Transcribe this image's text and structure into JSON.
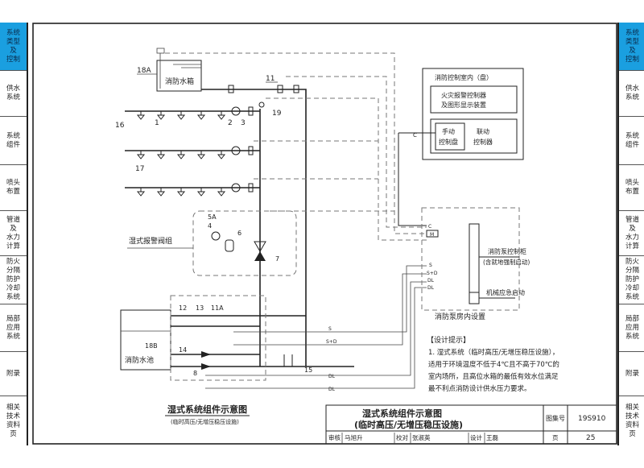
{
  "sidebar": {
    "accent_color": "#1a9fe0",
    "items": [
      {
        "label": "系统\n类型\n及\n控制",
        "active": true
      },
      {
        "label": "供水\n系统"
      },
      {
        "label": "系统\n组件"
      },
      {
        "label": "喷头\n布置"
      },
      {
        "label": "管道\n及\n水力\n计算"
      },
      {
        "label": "防火\n分隔\n防护\n冷却\n系统"
      },
      {
        "label": "局部\n应用\n系统"
      },
      {
        "label": "附录"
      },
      {
        "label": "相关\n技术\n资料\n页"
      }
    ]
  },
  "diagram": {
    "tank": "消防水箱",
    "pool": "消防水池",
    "alarm_valve_group": "湿式报警阀组",
    "labels": {
      "n1": "1",
      "n2": "2",
      "n3": "3",
      "n4": "4",
      "n5a": "5A",
      "n6": "6",
      "n7": "7",
      "n8": "8",
      "n11": "11",
      "n11a": "11A",
      "n12": "12",
      "n13": "13",
      "n14": "14",
      "n15": "15",
      "n16": "16",
      "n17": "17",
      "n18a": "18A",
      "n18b": "18B",
      "n19": "19"
    },
    "control_room": {
      "title": "消防控制室内（盘）",
      "alarm_line1": "火灾报警控制器",
      "alarm_line2": "及图形显示装置",
      "manual_line1": "手动",
      "manual_line2": "控制盘",
      "linkage_line1": "联动",
      "linkage_line2": "控制器"
    },
    "pump_room": {
      "cabinet": "消防泵控制柜",
      "cabinet_note": "(含就地强制启动)",
      "mechanical": "机械应急启动",
      "caption": "消防泵房内设置",
      "m_label": "M"
    },
    "signals": {
      "c": "C",
      "s": "S",
      "sd": "S+D",
      "dl": "DL"
    },
    "caption_title": "湿式系统组件示意图",
    "caption_subtitle": "(临时高压/无增压稳压设施)"
  },
  "notes": {
    "heading": "【设计提示】",
    "lines": [
      "1. 湿式系统（临时高压/无增压稳压设施），",
      "适用于环境温度不低于4℃且不高于70℃的",
      "室内场所，且高位水箱的最低有效水位满足",
      "最不利点消防设计供水压力要求。"
    ]
  },
  "title_block": {
    "title_line1": "湿式系统组件示意图",
    "title_line2": "(临时高压/无增压稳压设施)",
    "atlas_label": "图集号",
    "atlas_no": "19S910",
    "review_label": "审核",
    "reviewer": "马旭升",
    "check_label": "校对",
    "checker": "张淑英",
    "design_label": "设计",
    "designer": "王磊",
    "page_label": "页",
    "page_no": "25"
  }
}
